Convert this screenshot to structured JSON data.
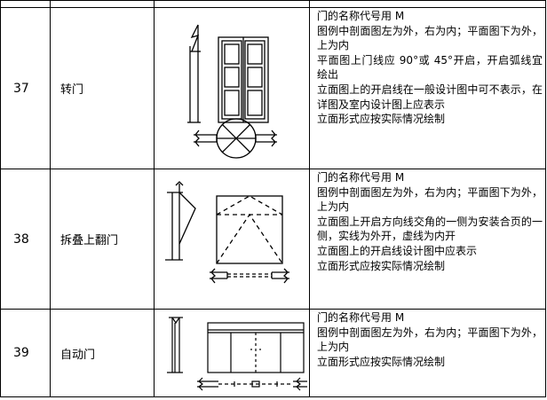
{
  "rows": [
    {
      "number": "37",
      "name": "转门",
      "icon": "revolving-door-symbol",
      "description": [
        "门的名称代号用 M",
        "图例中剖面图左为外，右为内；平面图下为外，上为内",
        "平面图上门线应 90°或 45°开启，开启弧线宜绘出",
        "立面图上的开启线在一般设计图中可不表示，在详图及室内设计图上应表示",
        "立面形式应按实际情况绘制"
      ]
    },
    {
      "number": "38",
      "name": "拆叠上翻门",
      "icon": "folding-overhead-door-symbol",
      "description": [
        "门的名称代号用 M",
        "图例中剖面图左为外，右为内；平面图下为外，上为内",
        "立面图上开启方向线交角的一侧为安装合页的一侧，实线为外开，虚线为内开",
        "立面图上的开启线设计图中应表示",
        "立面形式应按实际情况绘制"
      ]
    },
    {
      "number": "39",
      "name": "自动门",
      "icon": "automatic-door-symbol",
      "description": [
        "门的名称代号用 M",
        "图例中剖面图左为外，右为内；平面图下为外，上为内",
        "立面形式应按实际情况绘制"
      ]
    }
  ]
}
